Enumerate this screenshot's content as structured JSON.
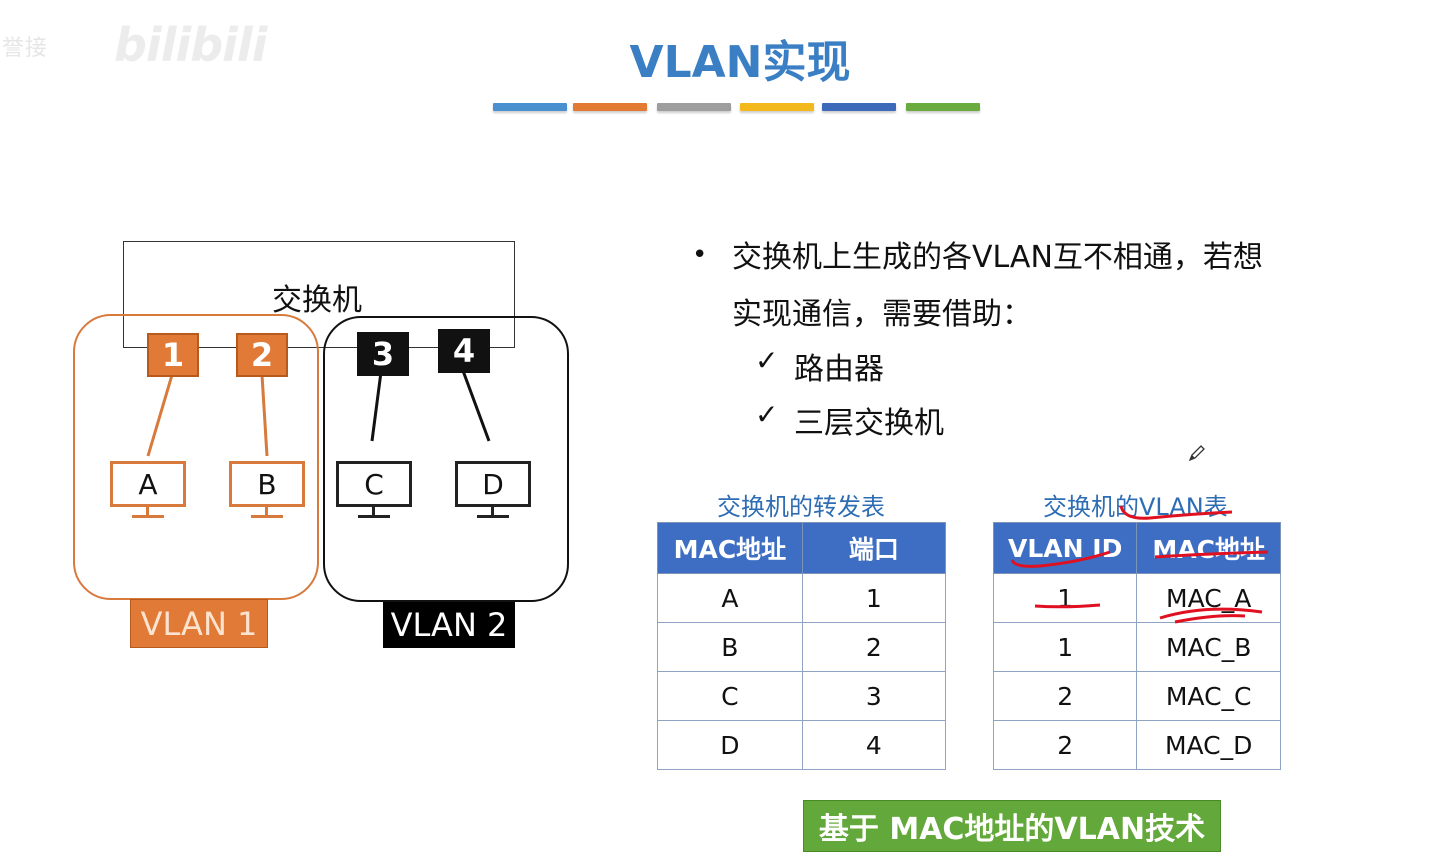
{
  "watermark": {
    "text": "誉接",
    "logo": "bilibili"
  },
  "title": "VLAN实现",
  "color_bars": [
    "#4a90d0",
    "#e27a33",
    "#9e9e9e",
    "#f2b81c",
    "#3d6ab8",
    "#6aab3e"
  ],
  "diagram": {
    "switch_label": "交换机",
    "ports": [
      "1",
      "2",
      "3",
      "4"
    ],
    "hosts": [
      "A",
      "B",
      "C",
      "D"
    ],
    "vlan1_label": "VLAN 1",
    "vlan2_label": "VLAN 2",
    "colors": {
      "vlan1": "#e07a36",
      "vlan2": "#111111"
    }
  },
  "bullets": {
    "line1": "交换机上生成的各VLAN互不相通，若想",
    "line2": "实现通信，需要借助：",
    "options": [
      "路由器",
      "三层交换机"
    ],
    "check": "✓",
    "dot": "•"
  },
  "fwd_table": {
    "caption": "交换机的转发表",
    "headers": [
      "MAC地址",
      "端口"
    ],
    "rows": [
      [
        "A",
        "1"
      ],
      [
        "B",
        "2"
      ],
      [
        "C",
        "3"
      ],
      [
        "D",
        "4"
      ]
    ]
  },
  "vlan_table": {
    "caption": "交换机的VLAN表",
    "headers": [
      "VLAN ID",
      "MAC地址"
    ],
    "rows": [
      [
        "1",
        "MAC_A"
      ],
      [
        "1",
        "MAC_B"
      ],
      [
        "2",
        "MAC_C"
      ],
      [
        "2",
        "MAC_D"
      ]
    ]
  },
  "footer": "基于 MAC地址的VLAN技术",
  "accent_colors": {
    "header_blue": "#3d6ec4",
    "caption_blue": "#2e6db4",
    "footer_green": "#63a83a",
    "annotation_red": "#e01020"
  }
}
